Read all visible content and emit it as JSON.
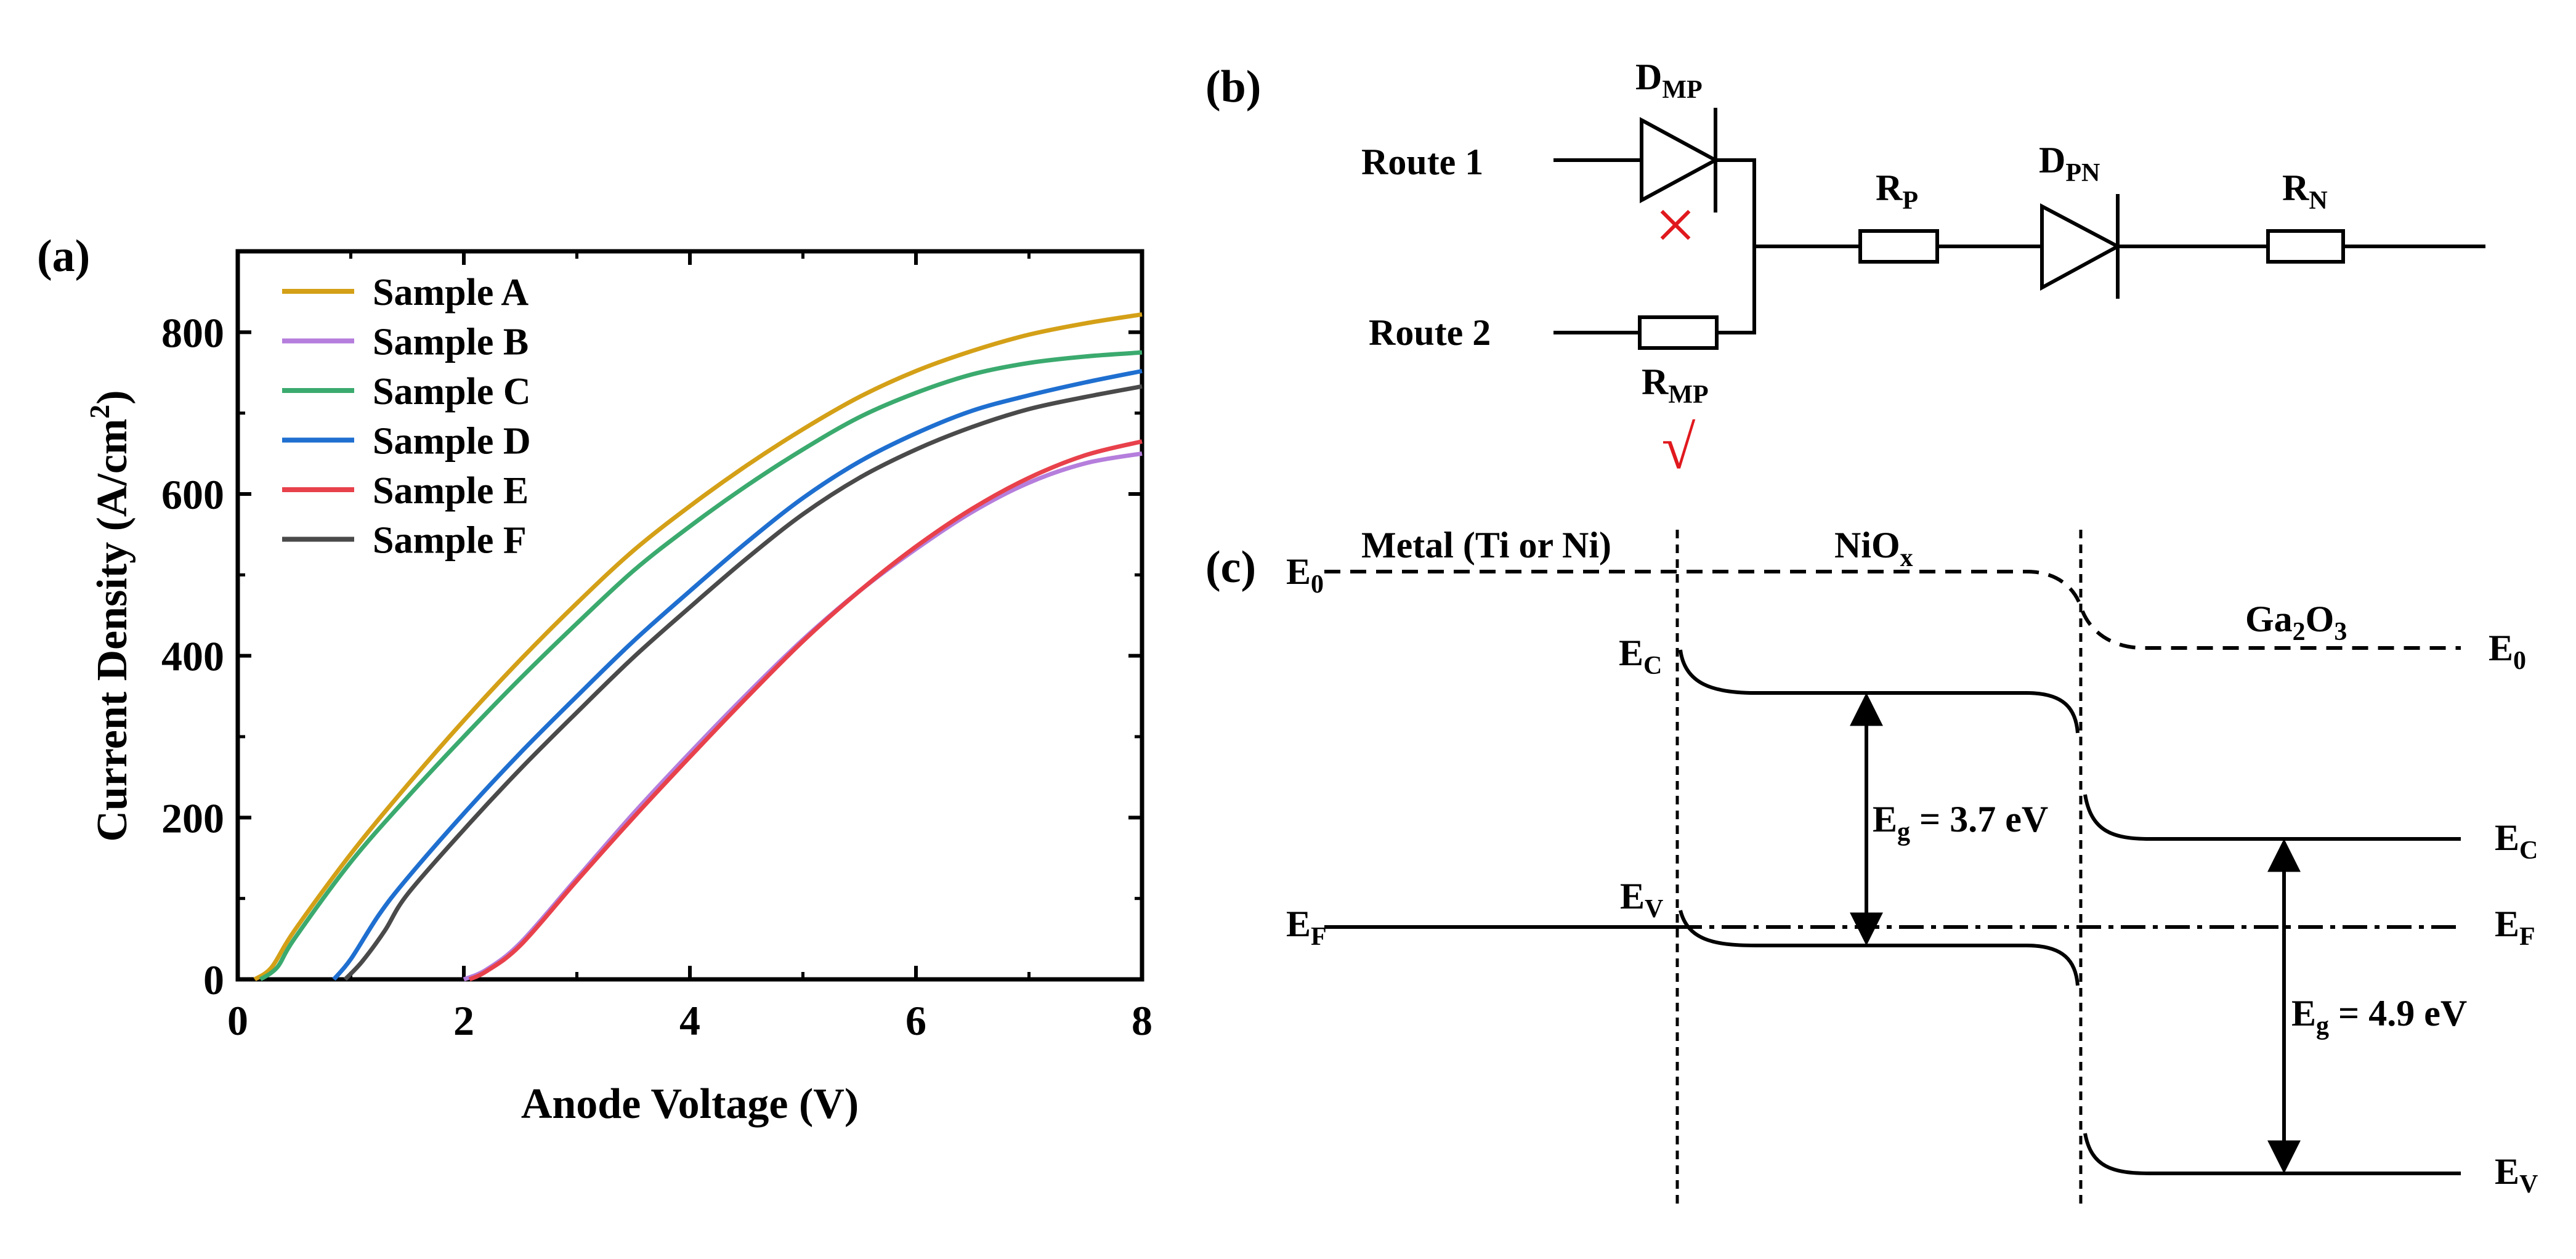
{
  "panels": {
    "a": "(a)",
    "b": "(b)",
    "c": "(c)"
  },
  "chart_data": {
    "type": "line",
    "xlabel": "Anode Voltage (V)",
    "ylabel": "Current Density (A/cm",
    "ylabel_sup": "2",
    "ylabel_end": ")",
    "xlim": [
      0,
      8
    ],
    "ylim": [
      0,
      900
    ],
    "xticks": [
      0,
      2,
      4,
      6,
      8
    ],
    "yticks": [
      0,
      200,
      400,
      600,
      800
    ],
    "legend_position": "top-left",
    "grid": false,
    "series": [
      {
        "name": "Sample A",
        "color": "#D4A017",
        "x": [
          0.15,
          0.3,
          0.5,
          1,
          1.5,
          2,
          2.5,
          3,
          3.5,
          4,
          4.5,
          5,
          5.5,
          6,
          6.5,
          7,
          7.5,
          8
        ],
        "y": [
          0,
          15,
          60,
          155,
          240,
          320,
          395,
          465,
          530,
          585,
          635,
          680,
          720,
          752,
          777,
          797,
          811,
          822
        ]
      },
      {
        "name": "Sample B",
        "color": "#B57EDC",
        "x": [
          2.0,
          2.2,
          2.5,
          3,
          3.5,
          4,
          4.5,
          5,
          5.5,
          6,
          6.5,
          7,
          7.5,
          8
        ],
        "y": [
          0,
          12,
          45,
          125,
          205,
          280,
          352,
          420,
          480,
          532,
          578,
          614,
          638,
          650
        ]
      },
      {
        "name": "Sample C",
        "color": "#3BAA6E",
        "x": [
          0.2,
          0.35,
          0.5,
          1,
          1.5,
          2,
          2.5,
          3,
          3.5,
          4,
          4.5,
          5,
          5.5,
          6,
          6.5,
          7,
          7.5,
          8
        ],
        "y": [
          0,
          15,
          50,
          145,
          225,
          300,
          372,
          440,
          505,
          560,
          610,
          655,
          695,
          725,
          748,
          762,
          770,
          775
        ]
      },
      {
        "name": "Sample D",
        "color": "#1F6FD0",
        "x": [
          0.85,
          1,
          1.25,
          1.5,
          2,
          2.5,
          3,
          3.5,
          4,
          4.5,
          5,
          5.5,
          6,
          6.5,
          7,
          7.5,
          8
        ],
        "y": [
          0,
          25,
          80,
          125,
          205,
          280,
          350,
          418,
          480,
          540,
          595,
          640,
          675,
          703,
          722,
          738,
          752
        ]
      },
      {
        "name": "Sample E",
        "color": "#E8414B",
        "x": [
          2.05,
          2.2,
          2.5,
          3,
          3.5,
          4,
          4.5,
          5,
          5.5,
          6,
          6.5,
          7,
          7.5,
          8
        ],
        "y": [
          0,
          10,
          42,
          122,
          200,
          275,
          348,
          418,
          480,
          535,
          582,
          620,
          648,
          665
        ]
      },
      {
        "name": "Sample F",
        "color": "#4A4A4A",
        "x": [
          0.95,
          1.1,
          1.3,
          1.5,
          2,
          2.5,
          3,
          3.5,
          4,
          4.5,
          5,
          5.5,
          6,
          6.5,
          7,
          7.5,
          8
        ],
        "y": [
          0,
          22,
          60,
          105,
          185,
          260,
          330,
          398,
          460,
          520,
          575,
          620,
          655,
          683,
          705,
          720,
          733
        ]
      }
    ]
  },
  "circuit": {
    "route1": "Route 1",
    "route2": "Route 2",
    "dmp": "D",
    "dmp_sub": "MP",
    "rmp": "R",
    "rmp_sub": "MP",
    "rp": "R",
    "rp_sub": "P",
    "dpn": "D",
    "dpn_sub": "PN",
    "rn": "R",
    "rn_sub": "N",
    "cross_mark": "×",
    "check_mark": "√"
  },
  "band": {
    "metal": "Metal (Ti or Ni)",
    "nio": "NiO",
    "nio_sub": "x",
    "ga2o3_a": "Ga",
    "ga2o3_s1": "2",
    "ga2o3_b": "O",
    "ga2o3_s2": "3",
    "e0_left": "E",
    "e0_left_sub": "0",
    "e0_right": "E",
    "e0_right_sub": "0",
    "ec_mid": "E",
    "ec_mid_sub": "C",
    "ev_mid": "E",
    "ev_mid_sub": "V",
    "ef_left": "E",
    "ef_left_sub": "F",
    "ef_right": "E",
    "ef_right_sub": "F",
    "ec_right": "E",
    "ec_right_sub": "C",
    "ev_right": "E",
    "ev_right_sub": "V",
    "eg1_a": "E",
    "eg1_sub": "g",
    "eg1_b": " = 3.7 eV",
    "eg2_a": "E",
    "eg2_sub": "g",
    "eg2_b": " = 4.9 eV"
  }
}
